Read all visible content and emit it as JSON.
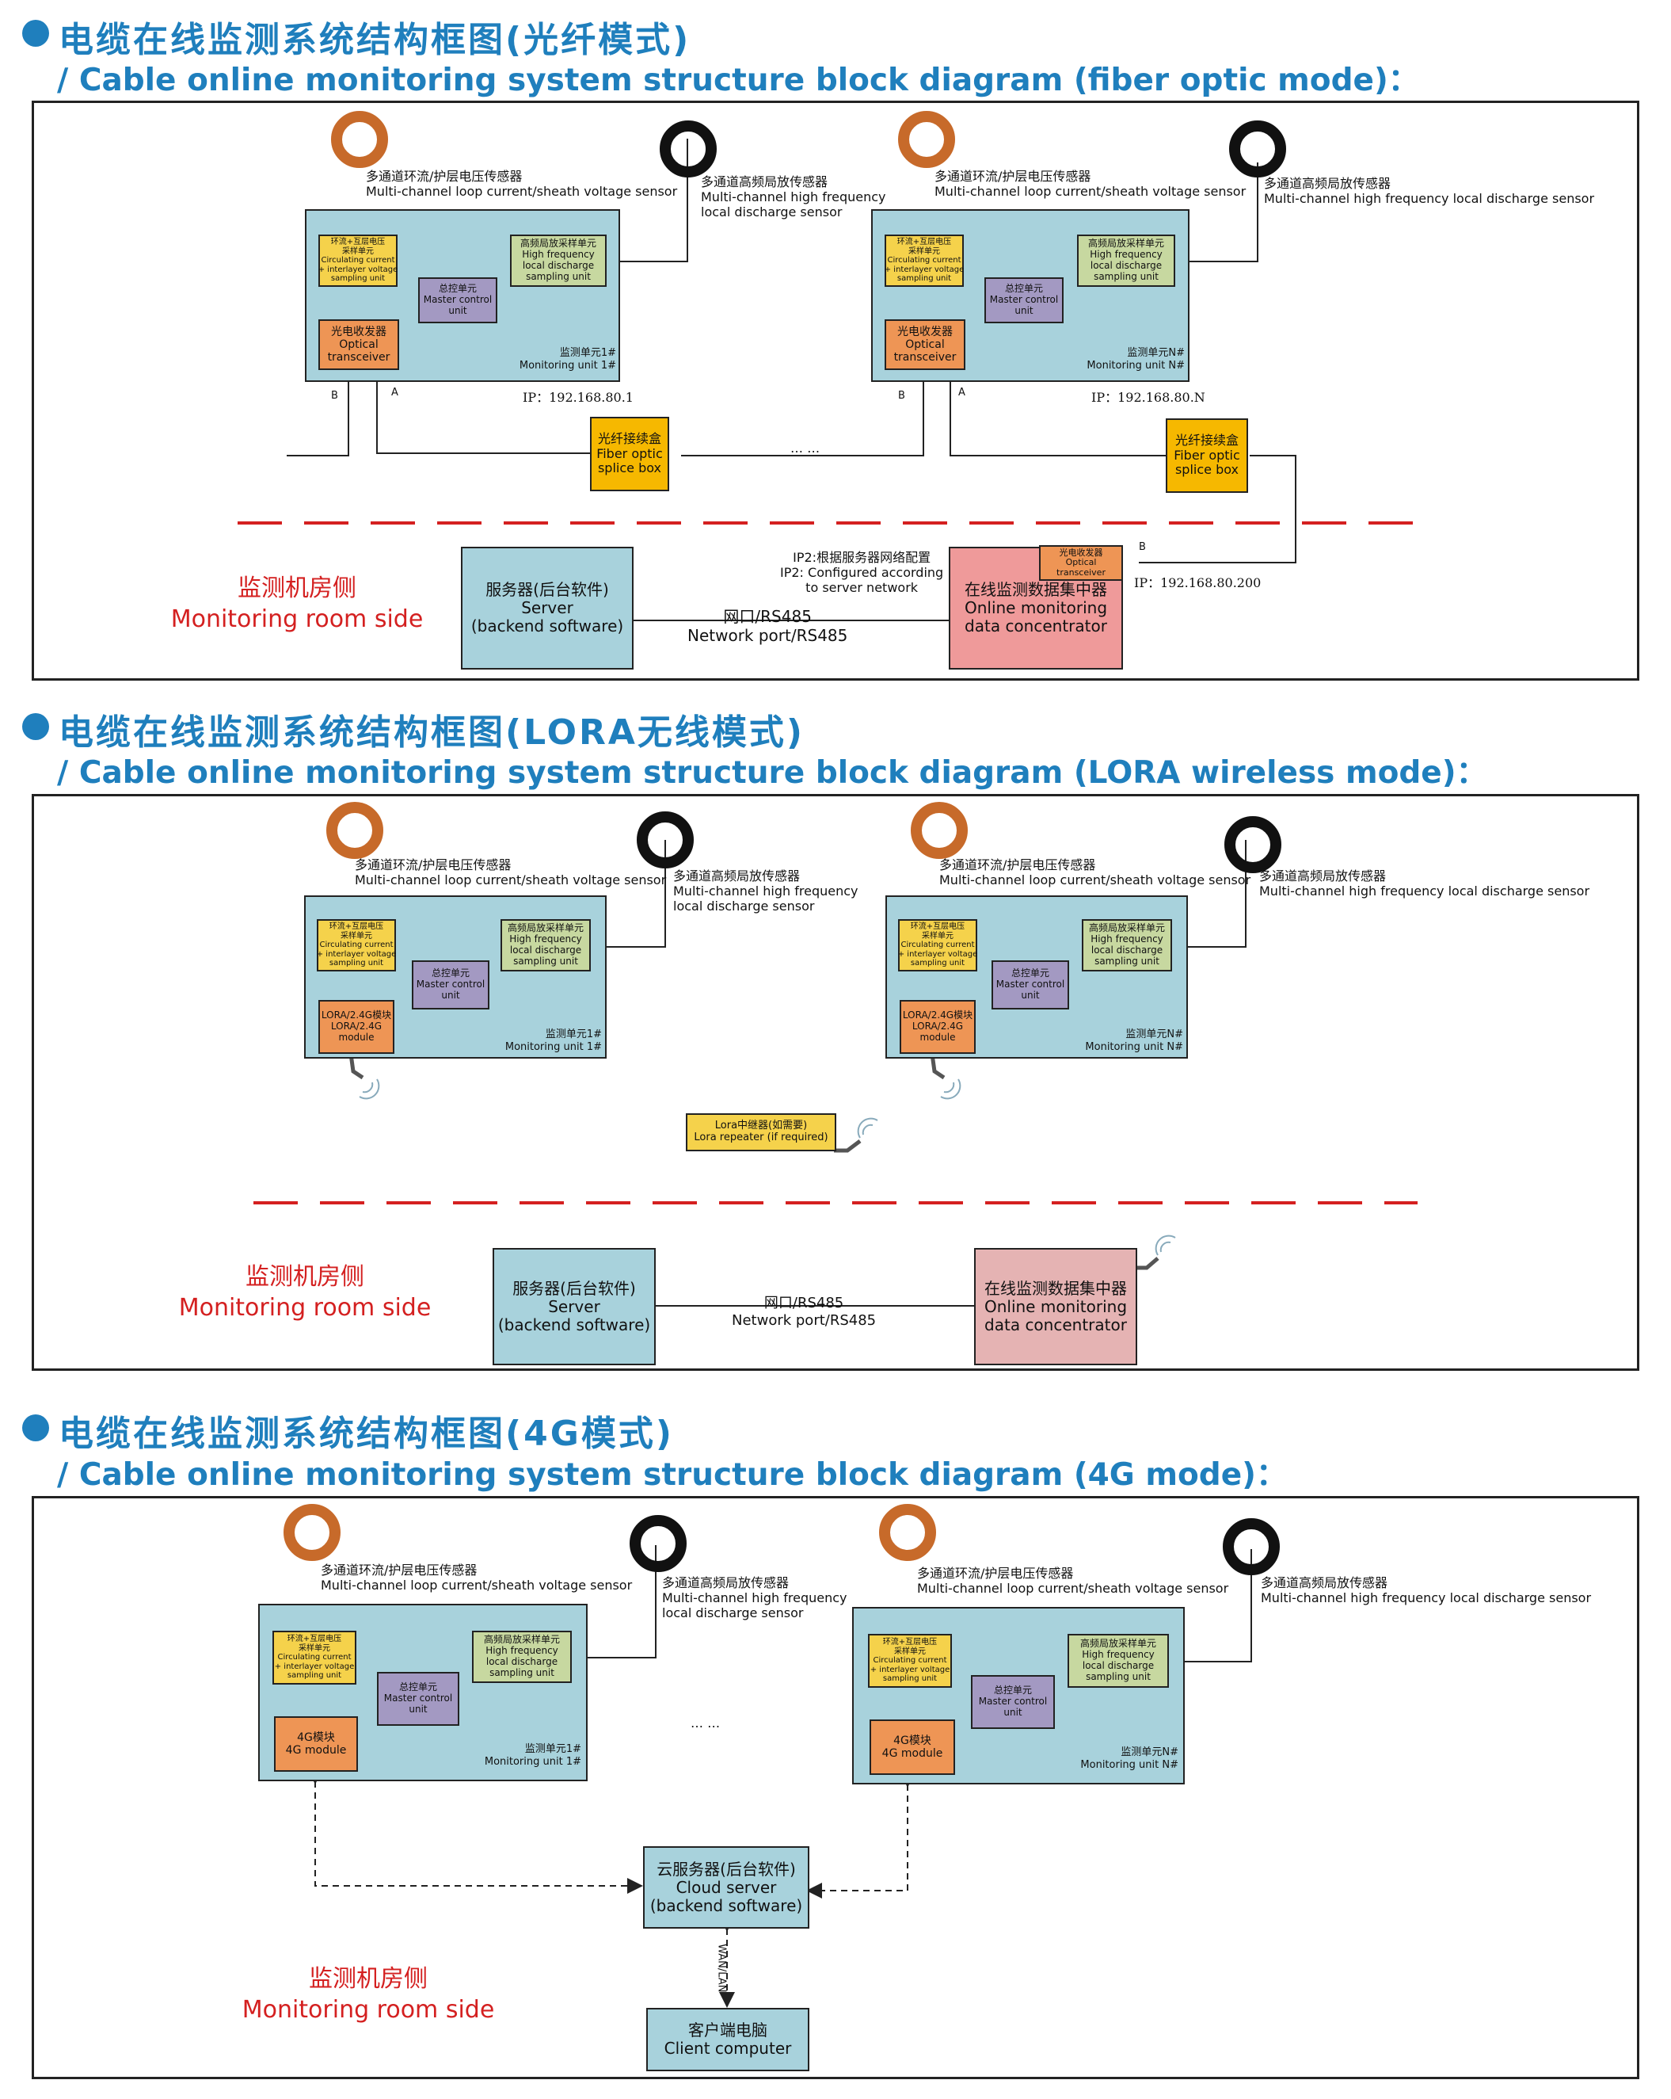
{
  "sec_fiber": {
    "title_cn": "电缆在线监测系统结构框图(光纤模式)",
    "title_en": "/ Cable online monitoring system structure block diagram (fiber optic mode)："
  },
  "sec_lora": {
    "title_cn": "电缆在线监测系统结构框图(LORA无线模式)",
    "title_en": "/ Cable online monitoring system structure block diagram (LORA wireless mode)："
  },
  "sec_4g": {
    "title_cn": "电缆在线监测系统结构框图(4G模式)",
    "title_en": "/ Cable online monitoring system structure block diagram (4G mode)："
  },
  "common": {
    "loop_sensor_cn": "多通道环流/护层电压传感器",
    "loop_sensor_en": "Multi-channel loop current/sheath voltage sensor",
    "pd_sensor_cn": "多通道高频局放传感器",
    "pd_sensor_en_1": "Multi-channel high frequency",
    "pd_sensor_en_2": "local discharge sensor",
    "pd_sensor_en_full": "Multi-channel high frequency local discharge sensor",
    "circ_cn": "环流+互层电压\n采样单元",
    "circ_en": "Circulating current\n+ interlayer voltage\nsampling unit",
    "pd_unit_cn": "高频局放采样单元",
    "pd_unit_en": "High frequency\nlocal discharge\nsampling unit",
    "master_cn": "总控单元",
    "master_en": "Master control\nunit",
    "optical_cn": "光电收发器",
    "optical_en": "Optical\ntransceiver",
    "lora_cn": "LORA/2.4G模块",
    "lora_en": "LORA/2.4G\nmodule",
    "g4_cn": "4G模块",
    "g4_en": "4G module",
    "unit1_cn": "监测单元1#",
    "unit1_en": "Monitoring unit 1#",
    "unitN_cn": "监测单元N#",
    "unitN_en": "Monitoring unit N#",
    "room_cn": "监测机房侧",
    "room_en": "Monitoring room side",
    "server_cn": "服务器(后台软件)",
    "server_en_1": "Server",
    "server_en_2": "(backend software)",
    "net_cn": "网口/RS485",
    "net_en": "Network port/RS485",
    "conc_cn": "在线监测数据集中器",
    "conc_en": "Online monitoring\ndata concentrator",
    "ellipsis": "… …"
  },
  "fiber": {
    "ip1": "IP：192.168.80.1",
    "ipN": "IP：192.168.80.N",
    "ip200": "IP：192.168.80.200",
    "port_b": "B",
    "port_a": "A",
    "splice_cn": "光纤接续盒",
    "splice_en": "Fiber optic\nsplice box",
    "ip2_cn": "IP2:根据服务器网络配置",
    "ip2_en": "IP2: Configured according\nto server network",
    "conc_opt_cn": "光电收发器",
    "conc_opt_en": "Optical\ntransceiver"
  },
  "lora": {
    "repeater_cn": "Lora中继器(如需要)",
    "repeater_en": "Lora repeater (if required)"
  },
  "g4": {
    "cloud_cn": "云服务器(后台软件)",
    "cloud_en_1": "Cloud server",
    "cloud_en_2": "(backend software)",
    "wan": "WAN/LAN",
    "client_cn": "客户端电脑",
    "client_en": "Client computer"
  },
  "colors": {
    "title_blue": "#1f7fbd",
    "room_red": "#d42020",
    "unit_blue": "#a8d2dc",
    "ring_orange": "#c76a2a"
  }
}
